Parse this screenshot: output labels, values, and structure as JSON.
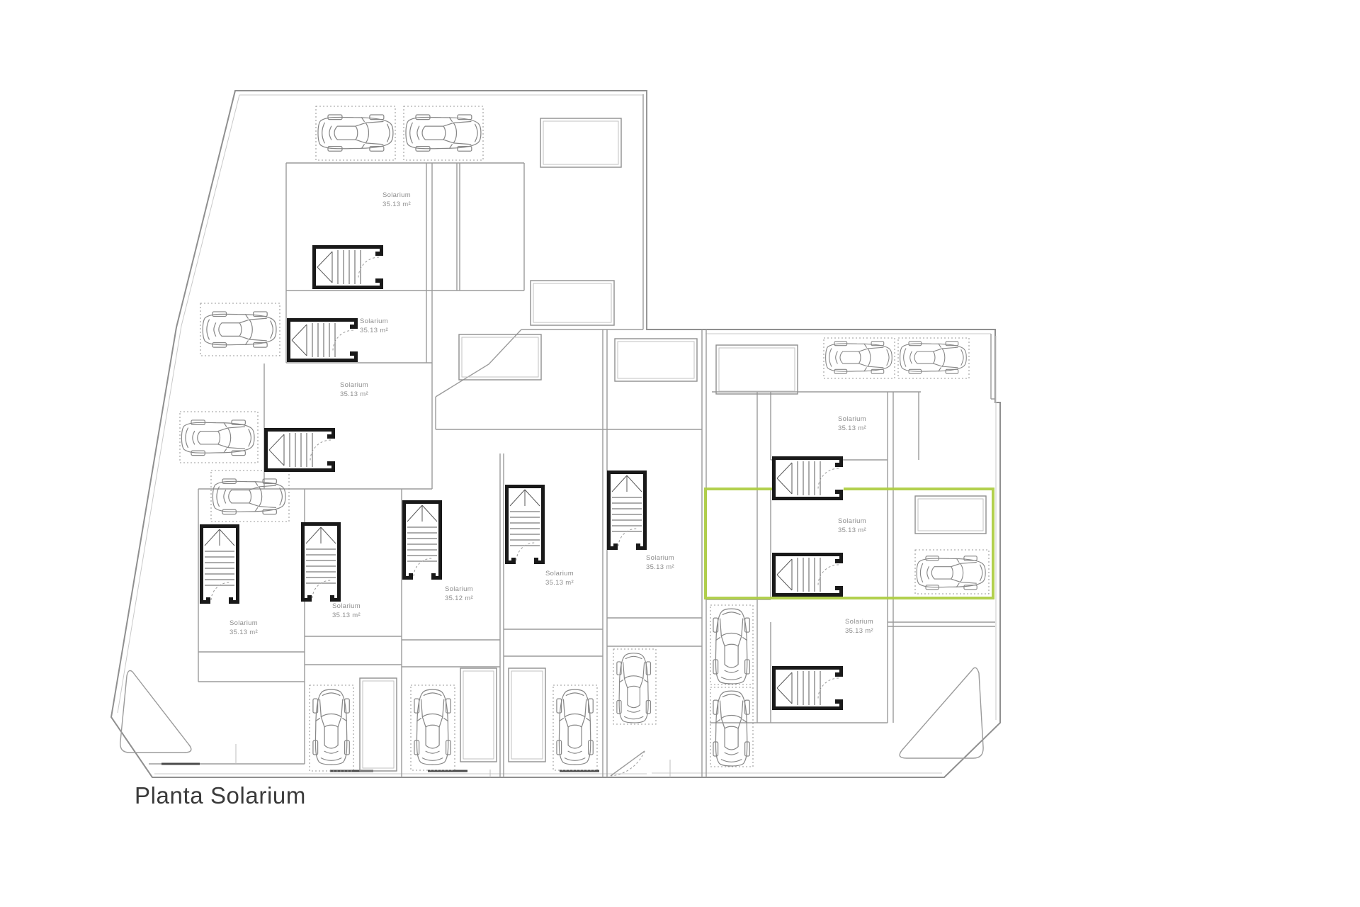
{
  "title": "Planta Solarium",
  "colors": {
    "highlight": "#aecd45",
    "line": "#9b9b9b",
    "stair": "#191919",
    "label_text": "#8d8d8d",
    "title_text": "#3a3a3a"
  },
  "units": [
    {
      "id": "unit-1",
      "name": "Solarium",
      "area": "35.13 m²",
      "highlighted": false
    },
    {
      "id": "unit-2",
      "name": "Solarium",
      "area": "35.13 m²",
      "highlighted": false
    },
    {
      "id": "unit-3",
      "name": "Solarium",
      "area": "35.13 m²",
      "highlighted": false
    },
    {
      "id": "unit-4",
      "name": "Solarium",
      "area": "35.13 m²",
      "highlighted": false
    },
    {
      "id": "unit-5",
      "name": "Solarium",
      "area": "35.13 m²",
      "highlighted": false
    },
    {
      "id": "unit-6",
      "name": "Solarium",
      "area": "35.12 m²",
      "highlighted": false
    },
    {
      "id": "unit-7",
      "name": "Solarium",
      "area": "35.13 m²",
      "highlighted": false
    },
    {
      "id": "unit-8",
      "name": "Solarium",
      "area": "35.13 m²",
      "highlighted": false
    },
    {
      "id": "unit-9",
      "name": "Solarium",
      "area": "35.13 m²",
      "highlighted": false
    },
    {
      "id": "unit-10",
      "name": "Solarium",
      "area": "35.13 m²",
      "highlighted": true
    },
    {
      "id": "unit-11",
      "name": "Solarium",
      "area": "35.13 m²",
      "highlighted": false
    }
  ]
}
